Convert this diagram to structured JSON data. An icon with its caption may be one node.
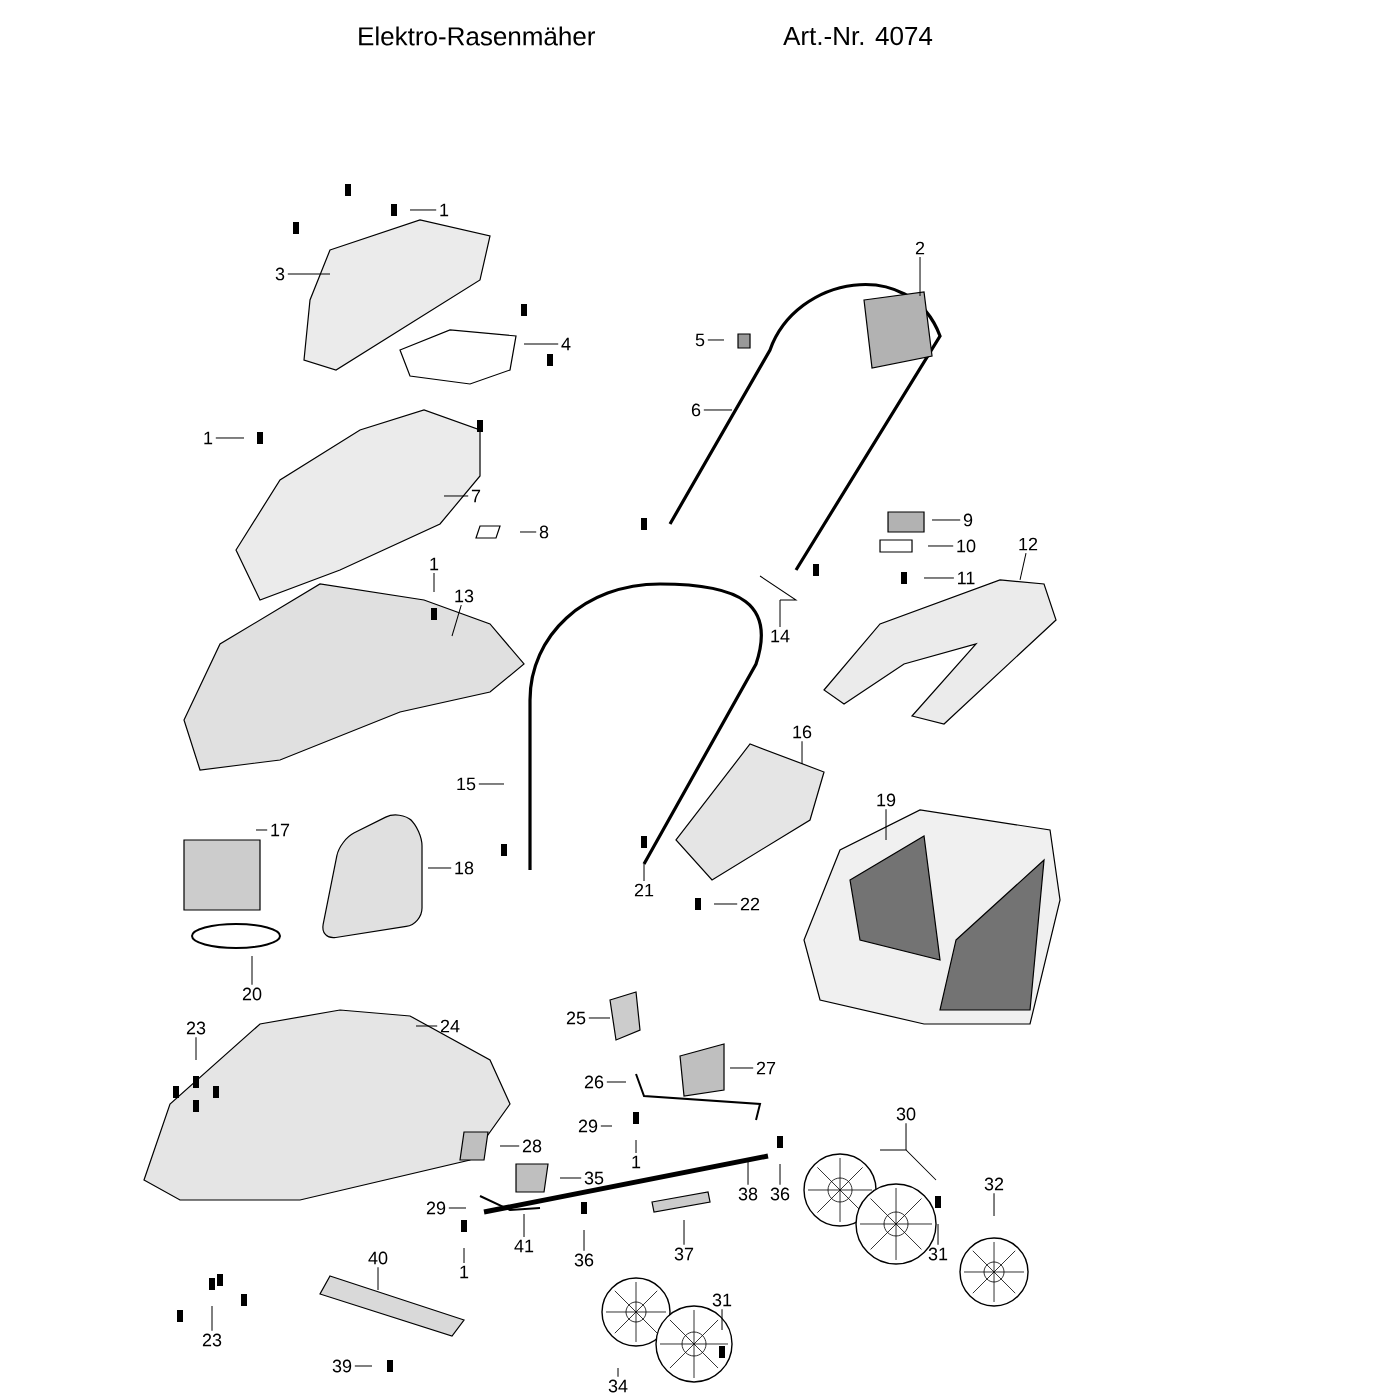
{
  "diagram": {
    "title": "Elektro-Rasenmäher",
    "labels": [
      "Art.-Nr. 4074"
    ],
    "nodes": [
      {
        "text": [
          "1"
        ]
      },
      {
        "text": [
          "3"
        ]
      },
      {
        "text": [
          "2"
        ]
      },
      {
        "text": [
          "5"
        ]
      },
      {
        "text": [
          "4"
        ]
      },
      {
        "text": [
          "6"
        ]
      },
      {
        "text": [
          "1"
        ]
      },
      {
        "text": [
          "7"
        ]
      },
      {
        "text": [
          "9"
        ]
      },
      {
        "text": [
          "8"
        ]
      },
      {
        "text": [
          "12"
        ]
      },
      {
        "text": [
          "10"
        ]
      },
      {
        "text": [
          "1"
        ]
      },
      {
        "text": [
          "11"
        ]
      },
      {
        "text": [
          "13"
        ]
      },
      {
        "text": [
          "14"
        ]
      },
      {
        "text": [
          "16"
        ]
      },
      {
        "text": [
          "15"
        ]
      },
      {
        "text": [
          "19"
        ]
      },
      {
        "text": [
          "17"
        ]
      },
      {
        "text": [
          "18"
        ]
      },
      {
        "text": [
          "21"
        ]
      },
      {
        "text": [
          "22"
        ]
      },
      {
        "text": [
          "20"
        ]
      },
      {
        "text": [
          "25"
        ]
      },
      {
        "text": [
          "23"
        ]
      },
      {
        "text": [
          "24"
        ]
      },
      {
        "text": [
          "27"
        ]
      },
      {
        "text": [
          "26"
        ]
      },
      {
        "text": [
          "30"
        ]
      },
      {
        "text": [
          "29"
        ]
      },
      {
        "text": [
          "28"
        ]
      },
      {
        "text": [
          "1"
        ]
      },
      {
        "text": [
          "35"
        ]
      },
      {
        "text": [
          "32"
        ]
      },
      {
        "text": [
          "38"
        ]
      },
      {
        "text": [
          "36"
        ]
      },
      {
        "text": [
          "29"
        ]
      },
      {
        "text": [
          "31"
        ]
      },
      {
        "text": [
          "41"
        ]
      },
      {
        "text": [
          "37"
        ]
      },
      {
        "text": [
          "1"
        ]
      },
      {
        "text": [
          "36"
        ]
      },
      {
        "text": [
          "40"
        ]
      },
      {
        "text": [
          "31"
        ]
      },
      {
        "text": [
          "23"
        ]
      },
      {
        "text": [
          "39"
        ]
      },
      {
        "text": [
          "34"
        ]
      }
    ],
    "edges": [
      {
        "from": 0,
        "to": null,
        "arrow": "none"
      },
      {
        "from": 1,
        "to": null,
        "arrow": "none"
      },
      {
        "from": 2,
        "to": null,
        "arrow": "none"
      },
      {
        "from": 3,
        "to": null,
        "arrow": "none"
      },
      {
        "from": 4,
        "to": null,
        "arrow": "none"
      },
      {
        "from": 5,
        "to": null,
        "arrow": "none"
      },
      {
        "from": 6,
        "to": null,
        "arrow": "none"
      },
      {
        "from": 7,
        "to": null,
        "arrow": "none"
      },
      {
        "from": 8,
        "to": null,
        "arrow": "none"
      },
      {
        "from": 9,
        "to": null,
        "arrow": "none"
      },
      {
        "from": 10,
        "to": null,
        "arrow": "none"
      },
      {
        "from": 11,
        "to": null,
        "arrow": "none"
      },
      {
        "from": 12,
        "to": null,
        "arrow": "none"
      },
      {
        "from": 13,
        "to": null,
        "arrow": "none"
      },
      {
        "from": 14,
        "to": null,
        "arrow": "none"
      },
      {
        "from": 15,
        "to": null,
        "arrow": "none"
      },
      {
        "from": 16,
        "to": null,
        "arrow": "none"
      },
      {
        "from": 17,
        "to": null,
        "arrow": "none"
      },
      {
        "from": 18,
        "to": null,
        "arrow": "none"
      },
      {
        "from": 19,
        "to": null,
        "arrow": "none"
      },
      {
        "from": 20,
        "to": null,
        "arrow": "none"
      },
      {
        "from": 21,
        "to": null,
        "arrow": "none"
      },
      {
        "from": 22,
        "to": null,
        "arrow": "none"
      },
      {
        "from": 23,
        "to": null,
        "arrow": "none"
      },
      {
        "from": 24,
        "to": null,
        "arrow": "none"
      },
      {
        "from": 25,
        "to": null,
        "arrow": "none"
      },
      {
        "from": 26,
        "to": null,
        "arrow": "none"
      },
      {
        "from": 27,
        "to": null,
        "arrow": "none"
      },
      {
        "from": 28,
        "to": null,
        "arrow": "none"
      },
      {
        "from": 29,
        "to": null,
        "arrow": "none"
      },
      {
        "from": 30,
        "to": null,
        "arrow": "none"
      },
      {
        "from": 31,
        "to": null,
        "arrow": "none"
      },
      {
        "from": 32,
        "to": null,
        "arrow": "none"
      },
      {
        "from": 33,
        "to": null,
        "arrow": "none"
      },
      {
        "from": 34,
        "to": null,
        "arrow": "none"
      },
      {
        "from": 35,
        "to": null,
        "arrow": "none"
      },
      {
        "from": 36,
        "to": null,
        "arrow": "none"
      },
      {
        "from": 37,
        "to": null,
        "arrow": "none"
      },
      {
        "from": 38,
        "to": null,
        "arrow": "none"
      },
      {
        "from": 39,
        "to": null,
        "arrow": "none"
      },
      {
        "from": 40,
        "to": null,
        "arrow": "none"
      },
      {
        "from": 41,
        "to": null,
        "arrow": "none"
      },
      {
        "from": 42,
        "to": null,
        "arrow": "none"
      },
      {
        "from": 43,
        "to": null,
        "arrow": "none"
      },
      {
        "from": 44,
        "to": null,
        "arrow": "none"
      },
      {
        "from": 45,
        "to": null,
        "arrow": "none"
      },
      {
        "from": 46,
        "to": null,
        "arrow": "none"
      },
      {
        "from": 47,
        "to": null,
        "arrow": "none"
      }
    ]
  }
}
